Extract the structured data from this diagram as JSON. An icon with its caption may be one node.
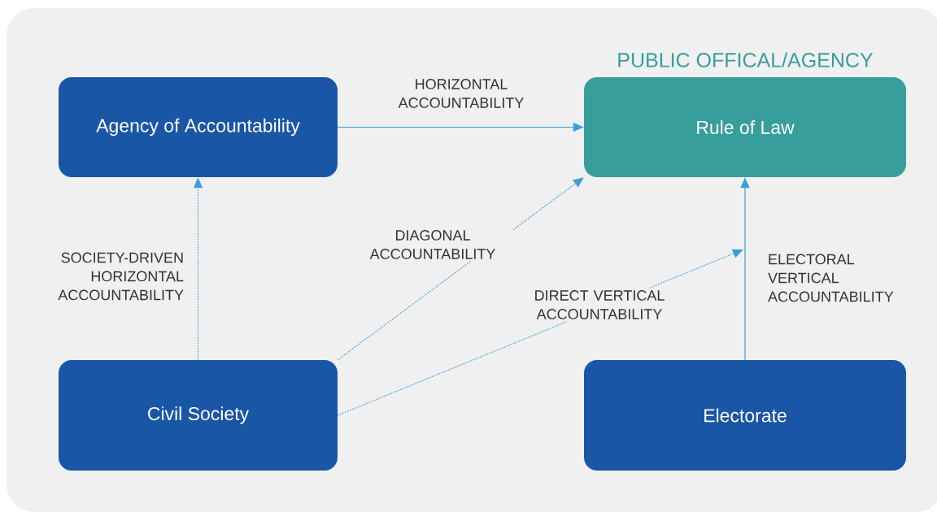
{
  "diagram": {
    "nodes": [
      {
        "text": [
          "Agency of Accountability"
        ]
      },
      {
        "text": [
          "PUBLIC OFFICAL/AGENCY",
          "Rule of Law"
        ]
      },
      {
        "text": [
          "Civil Society"
        ]
      },
      {
        "text": [
          "Electorate"
        ]
      }
    ],
    "edges": [
      {
        "from": 0,
        "to": 1,
        "arrow": "to",
        "label": "HORIZONTAL ACCOUNTABILITY"
      },
      {
        "from": 2,
        "to": 0,
        "arrow": "to",
        "style": "dashed",
        "label": "SOCIETY-DRIVEN HORIZONTAL ACCOUNTABILITY"
      },
      {
        "from": 2,
        "to": 1,
        "arrow": "to",
        "style": "dashed",
        "label": "DIAGONAL ACCOUNTABILITY"
      },
      {
        "from": 2,
        "to": null,
        "arrow": "to",
        "style": "dashed",
        "label": "DIRECT VERTICAL ACCOUNTABILITY"
      },
      {
        "from": 3,
        "to": 1,
        "arrow": "to",
        "label": "ELECTORAL VERTICAL ACCOUNTABILITY"
      }
    ]
  }
}
